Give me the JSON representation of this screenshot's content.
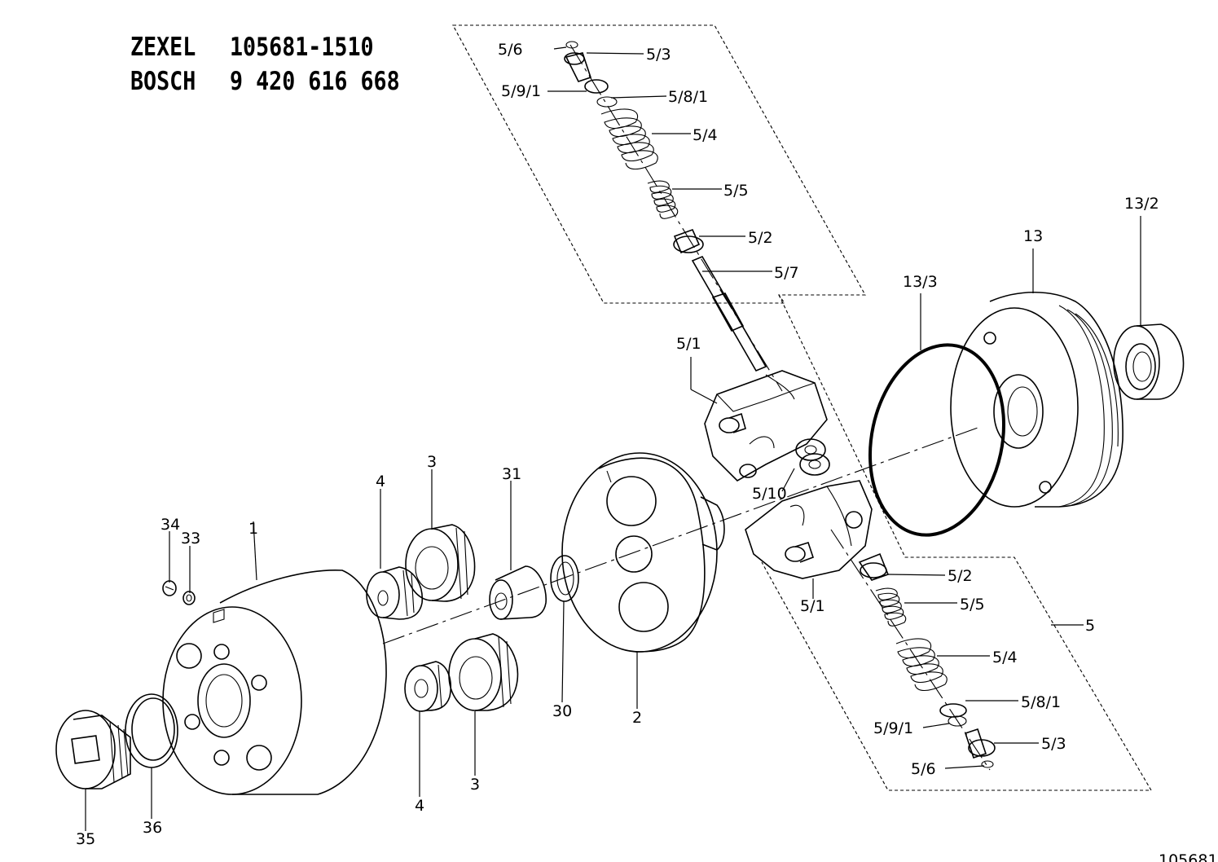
{
  "header": {
    "zexel_brand": "ZEXEL",
    "zexel_number": "105681-1510",
    "bosch_brand": "BOSCH",
    "bosch_number": "9 420 616 668"
  },
  "footer": {
    "drawing_number": "105681"
  },
  "labels": {
    "l_5_6_top": "5/6",
    "l_5_3_top": "5/3",
    "l_5_9_1_top": "5/9/1",
    "l_5_8_1_top": "5/8/1",
    "l_5_4_top": "5/4",
    "l_5_5_top": "5/5",
    "l_5_2_top": "5/2",
    "l_5_7": "5/7",
    "l_5_1_top": "5/1",
    "l_5_10": "5/10",
    "l_13_2": "13/2",
    "l_13": "13",
    "l_13_3": "13/3",
    "l_5_2_bot": "5/2",
    "l_5_5_bot": "5/5",
    "l_5": "5",
    "l_5_1_bot": "5/1",
    "l_5_4_bot": "5/4",
    "l_5_8_1_bot": "5/8/1",
    "l_5_9_1_bot": "5/9/1",
    "l_5_3_bot": "5/3",
    "l_5_6_bot": "5/6",
    "l_4_top": "4",
    "l_3_top": "3",
    "l_31": "31",
    "l_34": "34",
    "l_33": "33",
    "l_1": "1",
    "l_30": "30",
    "l_2": "2",
    "l_4_bot": "4",
    "l_3_bot": "3",
    "l_35": "35",
    "l_36": "36"
  }
}
